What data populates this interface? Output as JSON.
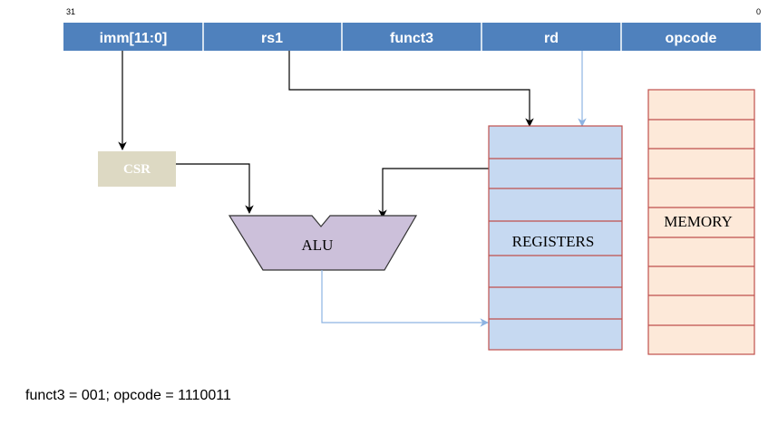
{
  "bit_high": "31",
  "bit_low": "0",
  "fields": [
    "imm[11:0]",
    "rs1",
    "funct3",
    "rd",
    "opcode"
  ],
  "csr_label": "CSR",
  "alu_label": "ALU",
  "registers_label": "REGISTERS",
  "memory_label": "MEMORY",
  "caption": "funct3 = 001; opcode = 1110011",
  "colors": {
    "field_fill": "#4f81bd",
    "csr_fill": "#ddd9c3",
    "alu_fill": "#ccc0da",
    "registers_fill": "#c6d9f1",
    "memory_fill": "#fde9d9",
    "grid_stroke": "#c0504d",
    "black_arrow": "#000000",
    "blue_arrow": "#8db3e2"
  }
}
